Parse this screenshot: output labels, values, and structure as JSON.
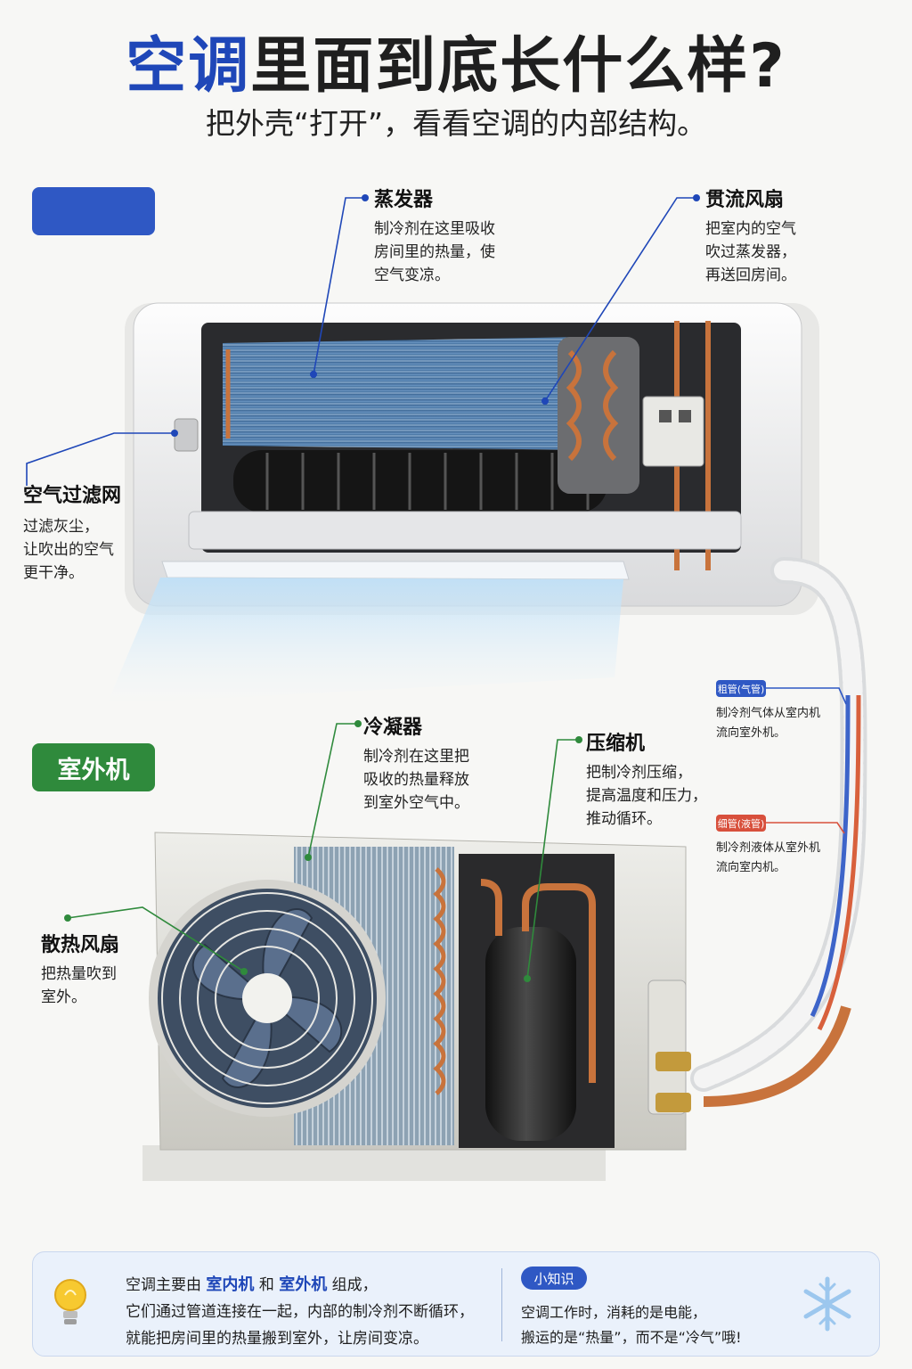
{
  "header": {
    "title_highlight": "空调",
    "title_rest": "里面到底长什么样?",
    "subtitle": "把外壳“打开”，看看空调的内部结构。"
  },
  "tags": {
    "indoor": "",
    "outdoor": "室外机"
  },
  "labels": {
    "evaporator": {
      "title": "蒸发器",
      "desc": "制冷剂在这里吸收\n房间里的热量，使\n空气变凉。"
    },
    "crossflow_fan": {
      "title": "贯流风扇",
      "desc": "把室内的空气\n吹过蒸发器，\n再送回房间。"
    },
    "air_filter": {
      "title": "空气过滤网",
      "desc": "过滤灰尘，\n让吹出的空气\n更干净。"
    },
    "condenser": {
      "title": "冷凝器",
      "desc": "制冷剂在这里把\n吸收的热量释放\n到室外空气中。"
    },
    "compressor": {
      "title": "压缩机",
      "desc": "把制冷剂压缩，\n提高温度和压力，\n推动循环。"
    },
    "cooling_fan": {
      "title": "散热风扇",
      "desc": "把热量吹到\n室外。"
    }
  },
  "pipes": {
    "thick": {
      "tag": "粗管(气管)",
      "desc": "制冷剂气体从室内机\n流向室外机。",
      "color": "#2f58c4"
    },
    "thin": {
      "tag": "细管(液管)",
      "desc": "制冷剂液体从室外机\n流向室内机。",
      "color": "#d8503c"
    }
  },
  "footer": {
    "line1_a": "空调主要由",
    "line1_b": "室内机",
    "line1_c": "和",
    "line1_d": "室外机",
    "line1_e": "组成，",
    "line2": "它们通过管道连接在一起，内部的制冷剂不断循环，",
    "line3": "就能把房间里的热量搬到室外，让房间变凉。",
    "tip_badge": "小知识",
    "tip_line1": "空调工作时，消耗的是电能，",
    "tip_line2": "搬运的是“热量”，而不是“冷气”哦!"
  },
  "colors": {
    "accent_blue": "#1f47b8",
    "indoor_tag": "#2f58c4",
    "outdoor_tag": "#2f8a3c",
    "copper": "#c8733c"
  },
  "icons": [
    "lightbulb-icon",
    "snowflake-icon"
  ]
}
